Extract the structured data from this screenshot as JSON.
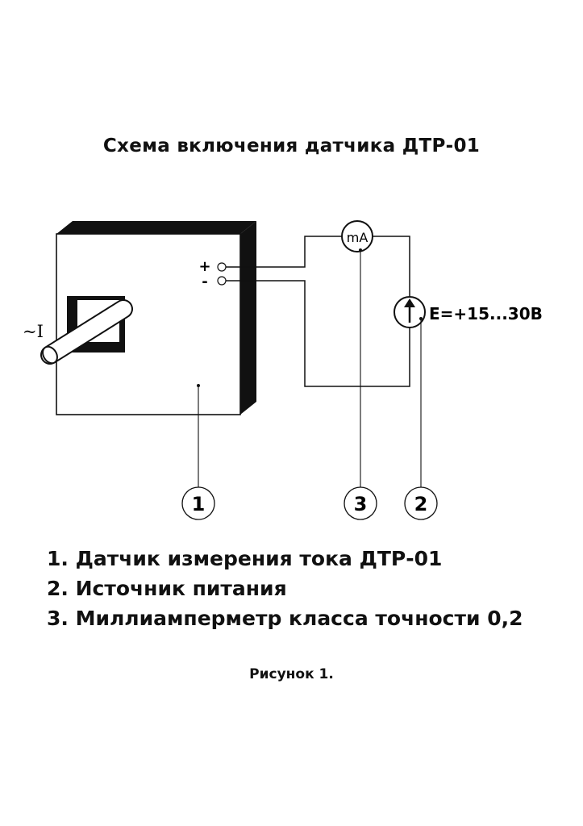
{
  "title": "Схема включения датчика ДТР-01",
  "labels": {
    "current": "~I",
    "plus": "+",
    "minus": "-",
    "milliammeter": "mA",
    "voltage": "E=+15...30B"
  },
  "callouts": {
    "sensor": "1",
    "milliammeter": "3",
    "power_source": "2"
  },
  "legend": [
    "1. Датчик измерения тока ДТР-01",
    "2. Источник питания",
    "3. Миллиамперметр класса точности 0,2"
  ],
  "caption": "Рисунок 1."
}
